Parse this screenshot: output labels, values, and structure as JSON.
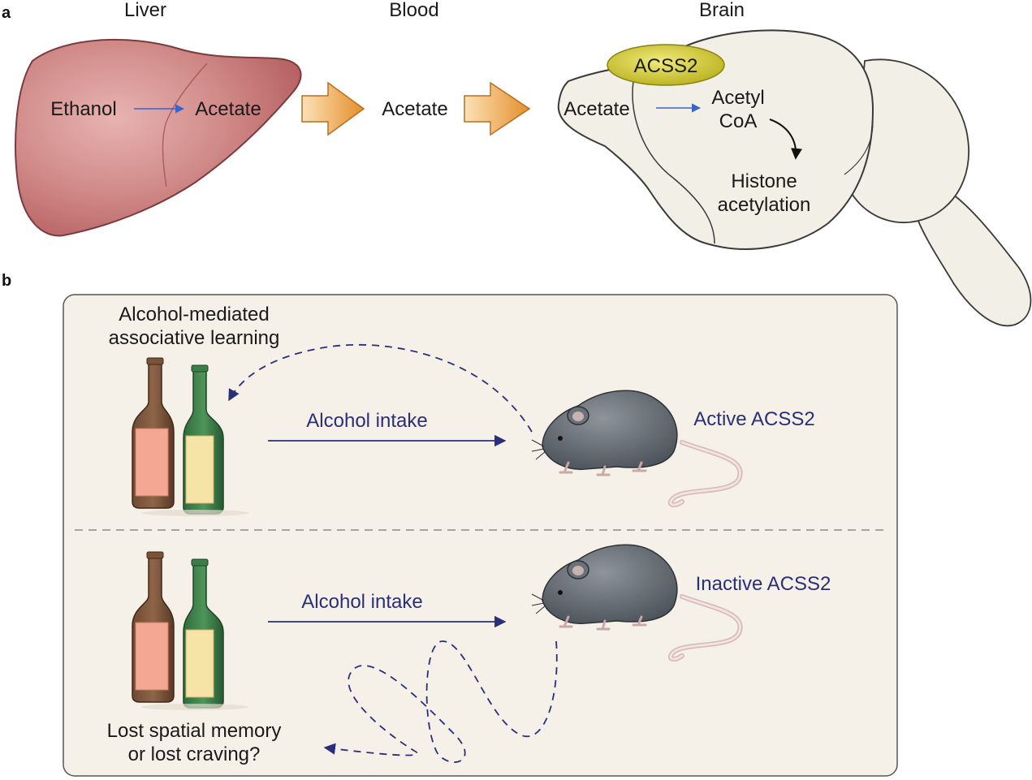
{
  "panel_a": {
    "letter": "a",
    "headers": {
      "liver": "Liver",
      "blood": "Blood",
      "brain": "Brain"
    },
    "liver": {
      "from": "Ethanol",
      "to": "Acetate"
    },
    "blood": {
      "label": "Acetate"
    },
    "brain": {
      "enzyme": "ACSS2",
      "acetate": "Acetate",
      "product_line1": "Acetyl",
      "product_line2": "CoA",
      "outcome_line1": "Histone",
      "outcome_line2": "acetylation"
    }
  },
  "panel_b": {
    "letter": "b",
    "top": {
      "learning_line1": "Alcohol-mediated",
      "learning_line2": "associative learning",
      "intake": "Alcohol intake",
      "mouse_state": "Active ACSS2"
    },
    "bottom": {
      "intake": "Alcohol intake",
      "mouse_state": "Inactive ACSS2",
      "question_line1": "Lost spatial memory",
      "question_line2": "or lost craving?"
    }
  },
  "colors": {
    "liver": "#c96e70",
    "brain": "#f2efe6",
    "enzyme": "#d8d02a",
    "transfer_arrow": "#e8a040",
    "pathway_arrow": "#3a64c8",
    "behaviour": "#2a2f7a",
    "box_fill": "#f5f0e8",
    "mouse": "#5f656c"
  }
}
